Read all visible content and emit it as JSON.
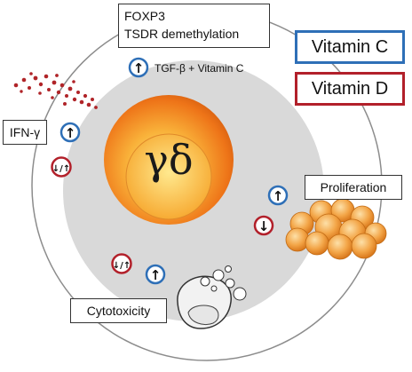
{
  "labels": {
    "foxp3_line1": "FOXP3",
    "foxp3_line2": "TSDR demethylation",
    "tgf_label": "TGF-β + Vitamin C",
    "ifn_label": "IFN-γ",
    "cell_label": "γδ",
    "proliferation_label": "Proliferation",
    "cytotoxicity_label": "Cytotoxicity"
  },
  "legend": {
    "vitamin_c": {
      "label": "Vitamin C",
      "color": "#2e6fb7"
    },
    "vitamin_d": {
      "label": "Vitamin D",
      "color": "#b2202a"
    }
  },
  "indicators": {
    "up_arrow": "↑",
    "down_arrow": "↓",
    "mixed": "↓/↑"
  },
  "colors": {
    "vitamin_c": "#2e6fb7",
    "vitamin_d": "#b2202a",
    "cell_orange": "#f07d1a",
    "cell_light": "#fbd56a",
    "inner_circle": "#d9d9d9",
    "ifn_dots": "#b02428"
  }
}
